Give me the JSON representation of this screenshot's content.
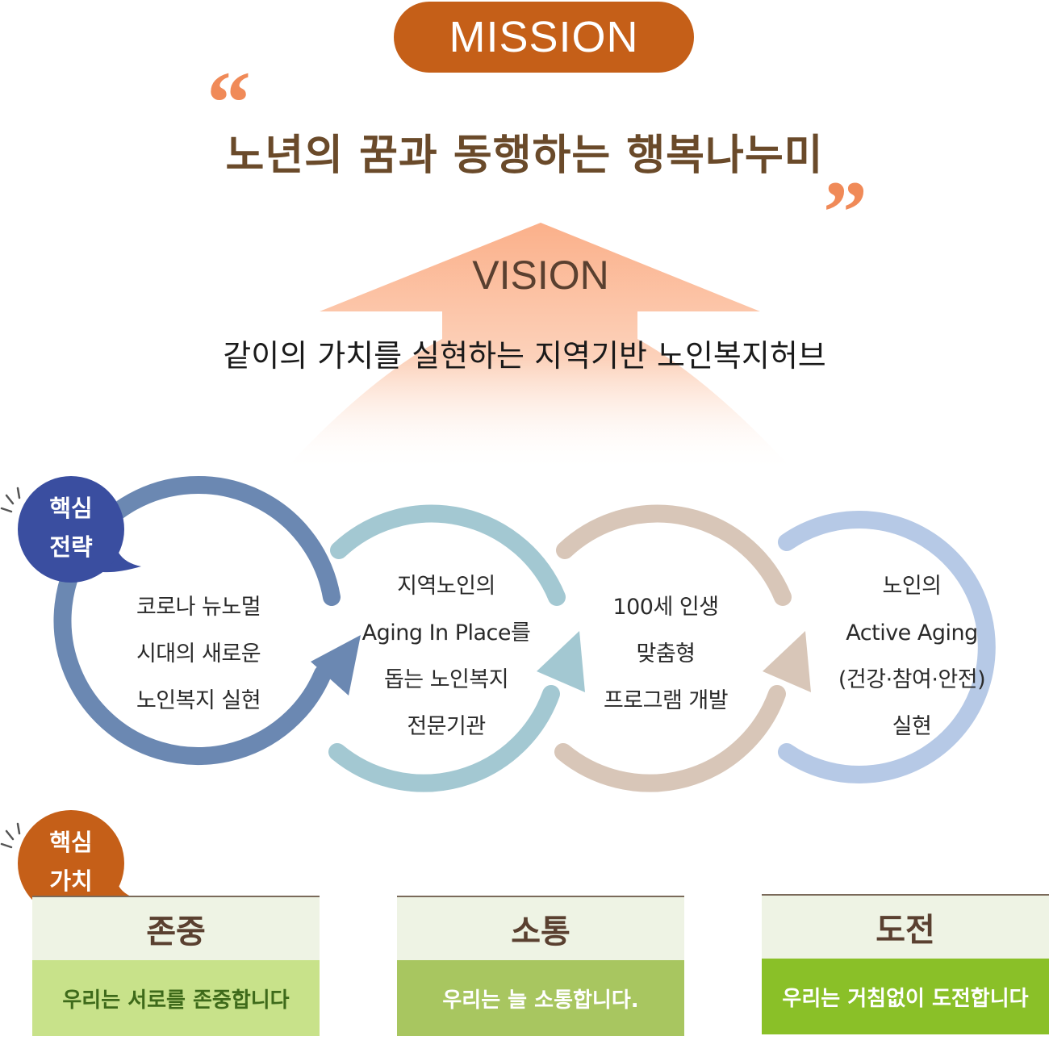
{
  "mission": {
    "label": "MISSION",
    "open_quote": "“",
    "close_quote": "”",
    "text": "노년의 꿈과 동행하는 행복나누미"
  },
  "vision": {
    "label": "VISION",
    "text": "같이의 가치를 실현하는 지역기반 노인복지허브"
  },
  "core_strategy": {
    "badge_line1": "핵심",
    "badge_line2": "전략",
    "items": [
      {
        "lines": [
          "코로나 뉴노멀",
          "시대의 새로운",
          "노인복지 실현"
        ],
        "color": "#6b88b2"
      },
      {
        "lines": [
          "지역노인의",
          "Aging In Place를",
          "돕는 노인복지",
          "전문기관"
        ],
        "color": "#a3c8d2"
      },
      {
        "lines": [
          "100세 인생",
          "맞춤형",
          "프로그램 개발"
        ],
        "color": "#d8c6b8"
      },
      {
        "lines": [
          "노인의",
          "Active Aging",
          "(건강·참여·안전)",
          "실현"
        ],
        "color": "#b6c9e6"
      }
    ]
  },
  "core_values": {
    "badge_line1": "핵심",
    "badge_line2": "가치",
    "items": [
      {
        "title": "존중",
        "desc": "우리는 서로를 존중합니다",
        "bg": "#c8e28a",
        "text_color": "#3e6a1a"
      },
      {
        "title": "소통",
        "desc": "우리는 늘 소통합니다.",
        "bg": "#a8c660",
        "text_color": "#ffffff"
      },
      {
        "title": "도전",
        "desc": "우리는 거침없이 도전합니다",
        "bg": "#8ac028",
        "text_color": "#ffffff"
      }
    ]
  },
  "colors": {
    "mission_pill": "#c55f18",
    "quote_marks": "#f08a58",
    "strategy_badge": "#3a4ea0",
    "values_badge": "#c55f18"
  }
}
